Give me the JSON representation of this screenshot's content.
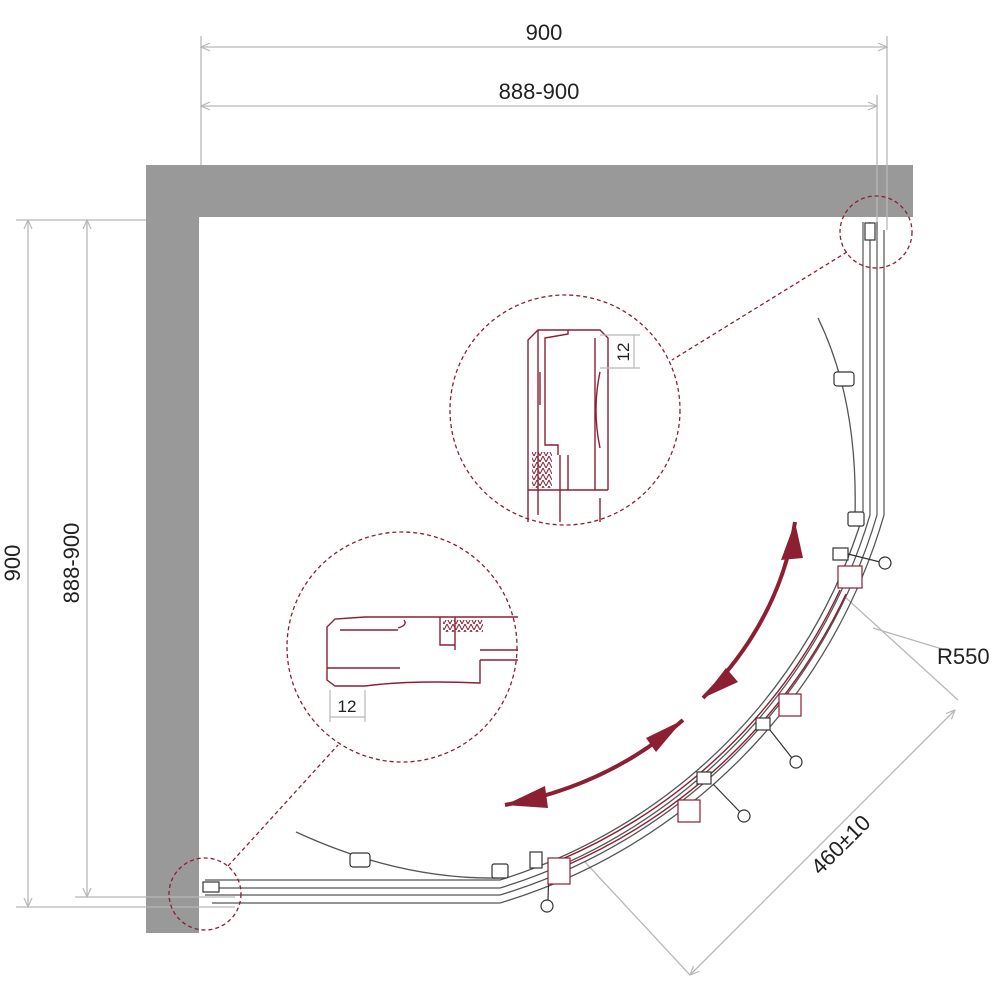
{
  "dimensions": {
    "top_outer": "900",
    "top_inner": "888-900",
    "left_outer": "900",
    "left_inner": "888-900",
    "radius": "R550",
    "door_opening": "460±10"
  },
  "details": {
    "top_detail_size": "12",
    "left_detail_size": "12"
  },
  "colors": {
    "wall": "#999999",
    "accent": "#8d1f33",
    "dimension_line": "#b8b8b8",
    "outline": "#555555"
  },
  "icons": {
    "arrow": "double-arrow-icon"
  }
}
